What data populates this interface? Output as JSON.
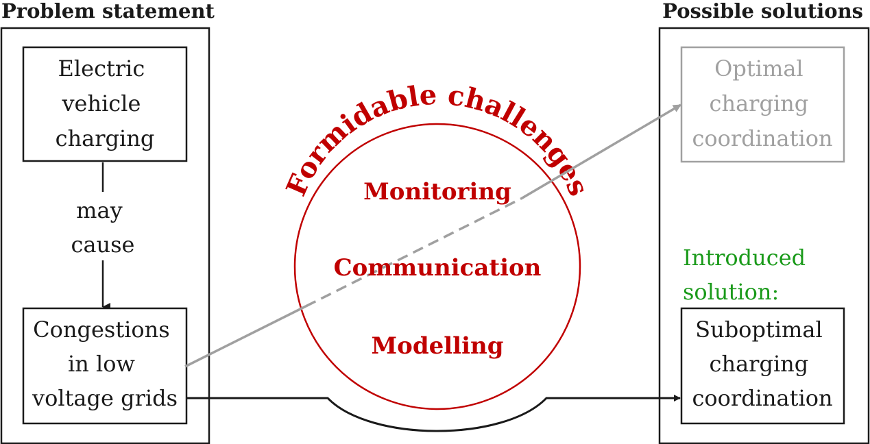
{
  "colors": {
    "dark": "#1a1a1a",
    "gray": "#a0a0a0",
    "red": "#c00000",
    "green": "#1a9a1a"
  },
  "headings": {
    "problem": "Problem statement",
    "solutions": "Possible solutions"
  },
  "problem": {
    "ev_charging": [
      "Electric",
      "vehicle",
      "charging"
    ],
    "relation": [
      "may",
      "cause"
    ],
    "congestion": [
      "Congestions",
      "in low",
      "voltage grids"
    ]
  },
  "challenges": {
    "title": "Formidable challenges",
    "items": [
      "Monitoring",
      "Communication",
      "Modelling"
    ]
  },
  "solutions": {
    "optimal": [
      "Optimal",
      "charging",
      "coordination"
    ],
    "introduced_label": [
      "Introduced",
      "solution:"
    ],
    "suboptimal": [
      "Suboptimal",
      "charging",
      "coordination"
    ]
  }
}
